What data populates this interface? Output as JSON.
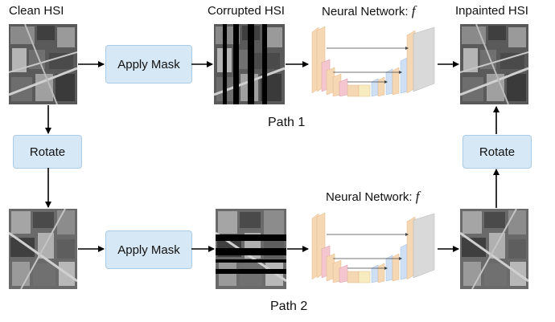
{
  "labels": {
    "clean_hsi": "Clean HSI",
    "corrupted_hsi": "Corrupted HSI",
    "nn_prefix": "Neural Network: ",
    "nn_symbol": "f",
    "inpainted_hsi": "Inpainted HSI",
    "path1": "Path 1",
    "path2": "Path 2"
  },
  "boxes": {
    "apply_mask": "Apply Mask",
    "rotate": "Rotate"
  },
  "colors": {
    "box_fill": "#d6e8f6",
    "box_border": "#aacbe6",
    "orange_layer": "#f6d7b4",
    "pink_layer": "#f4c6cf",
    "blue_layer": "#cfe0f4",
    "yellow_layer": "#f7ecc0",
    "gray_layer": "#d9d9d9"
  }
}
